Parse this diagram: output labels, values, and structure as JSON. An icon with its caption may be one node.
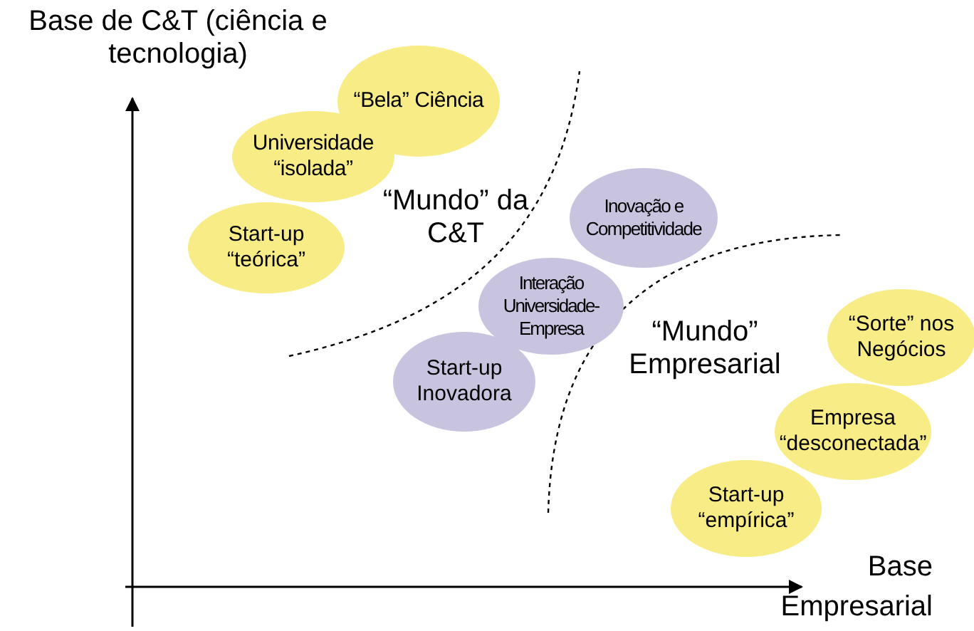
{
  "diagram": {
    "nodes": [
      {
        "text": [
          "“Bela” Ciência"
        ]
      },
      {
        "text": [
          "Universidade “isolada”"
        ]
      },
      {
        "text": [
          "Start-up “teórica”"
        ]
      },
      {
        "text": [
          "Inovação e Competitividade"
        ]
      },
      {
        "text": [
          "Interação Universidade-Empresa"
        ]
      },
      {
        "text": [
          "Start-up Inovadora"
        ]
      },
      {
        "text": [
          "“Sorte” nos Negócios"
        ]
      },
      {
        "text": [
          "Empresa “desconectada”"
        ]
      },
      {
        "text": [
          "Start-up “empírica”"
        ]
      }
    ],
    "edges": [],
    "labels": [
      "Base de C&T (ciência e tecnologia)",
      "“Mundo” da C&T",
      "“Mundo” Empresarial",
      "Base Empresarial"
    ]
  }
}
